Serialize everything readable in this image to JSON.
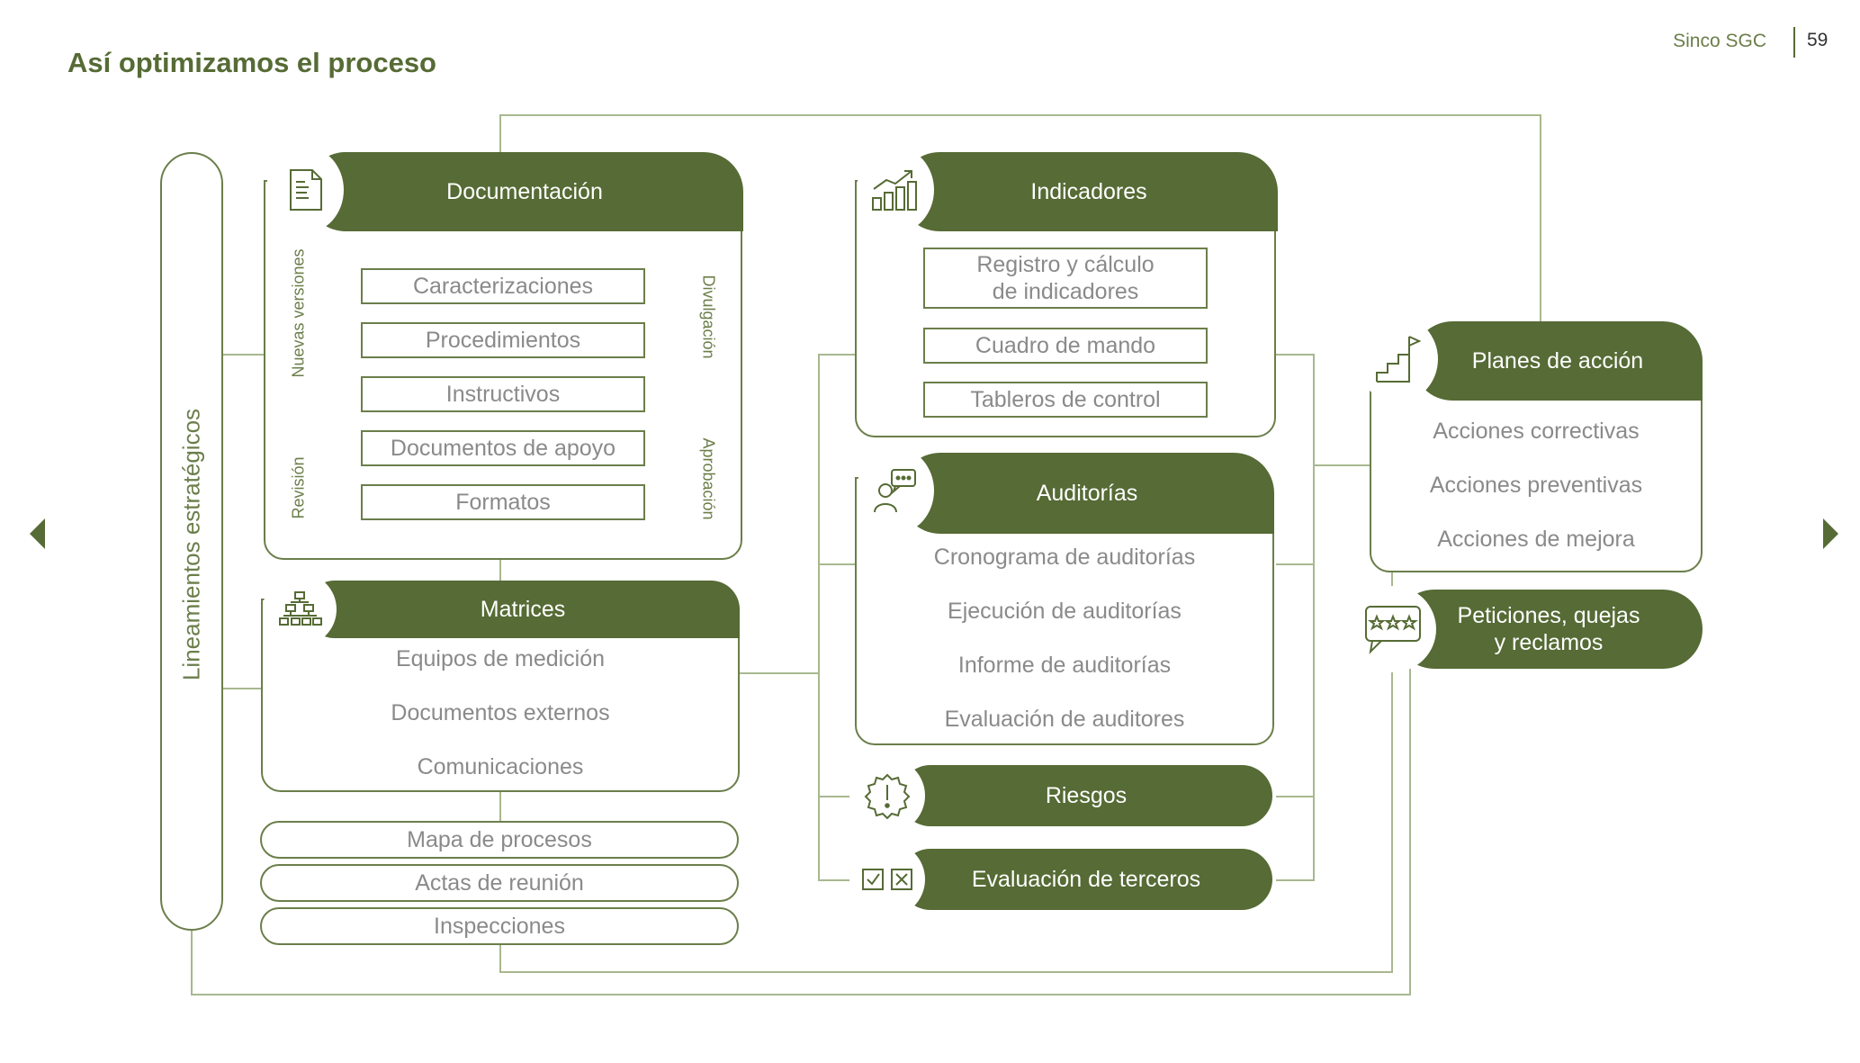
{
  "page": {
    "title": "Así optimizamos el proceso",
    "brand": "Sinco SGC",
    "page_number": "59"
  },
  "colors": {
    "accent": "#566b35",
    "line": "#6b7e4a",
    "text_gray": "#8a8a8a"
  },
  "lineamientos": {
    "label": "Lineamientos estratégicos"
  },
  "documentacion": {
    "header": "Documentación",
    "icon": "document-icon",
    "items": [
      "Caracterizaciones",
      "Procedimientos",
      "Instructivos",
      "Documentos de apoyo",
      "Formatos"
    ],
    "side_labels": {
      "nuevas_versiones": "Nuevas versiones",
      "revision": "Revisión",
      "divulgacion": "Divulgación",
      "aprobacion": "Aprobación"
    }
  },
  "matrices": {
    "header": "Matrices",
    "icon": "hierarchy-icon",
    "items": [
      "Equipos de medición",
      "Documentos externos",
      "Comunicaciones"
    ]
  },
  "extra_items": [
    "Mapa de procesos",
    "Actas de reunión",
    "Inspecciones"
  ],
  "indicadores": {
    "header": "Indicadores",
    "icon": "chart-growth-icon",
    "items": [
      "Registro y cálculo\nde indicadores",
      "Cuadro de mando",
      "Tableros de control"
    ]
  },
  "auditorias": {
    "header": "Auditorías",
    "icon": "person-chat-icon",
    "items": [
      "Cronograma de auditorías",
      "Ejecución de auditorías",
      "Informe de auditorías",
      "Evaluación de auditores"
    ]
  },
  "riesgos": {
    "header": "Riesgos",
    "icon": "warning-badge-icon"
  },
  "evaluacion_terceros": {
    "header": "Evaluación de terceros",
    "icon": "check-cross-icon"
  },
  "planes_accion": {
    "header": "Planes de acción",
    "icon": "stairs-flag-icon",
    "items": [
      "Acciones correctivas",
      "Acciones preventivas",
      "Acciones de mejora"
    ]
  },
  "pqr": {
    "header": "Peticiones, quejas\ny reclamos",
    "icon": "rating-chat-icon"
  }
}
